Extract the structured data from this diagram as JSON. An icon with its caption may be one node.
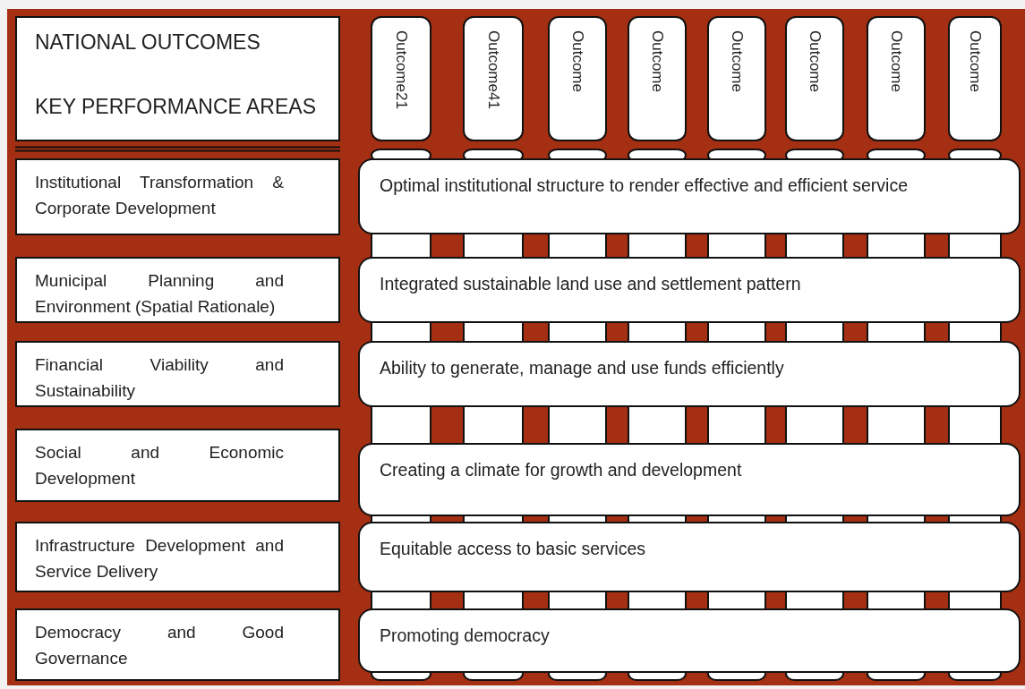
{
  "diagram": {
    "nodes": [
      {
        "text": [
          "NATIONAL OUTCOMES",
          "KEY PERFORMANCE AREAS"
        ]
      },
      {
        "text": [
          "Outcome21"
        ]
      },
      {
        "text": [
          "Outcome41"
        ]
      },
      {
        "text": [
          "Outcome"
        ]
      },
      {
        "text": [
          "Outcome"
        ]
      },
      {
        "text": [
          "Outcome"
        ]
      },
      {
        "text": [
          "Outcome"
        ]
      },
      {
        "text": [
          "Outcome"
        ]
      },
      {
        "text": [
          "Outcome"
        ]
      },
      {
        "text": [
          "Institutional Transformation & Corporate Development"
        ]
      },
      {
        "text": [
          "Optimal institutional structure to render effective and efficient service"
        ]
      },
      {
        "text": [
          "Municipal Planning and Environment (Spatial Rationale)"
        ]
      },
      {
        "text": [
          "Integrated sustainable land use and settlement pattern"
        ]
      },
      {
        "text": [
          "Financial Viability and Sustainability"
        ]
      },
      {
        "text": [
          "Ability to generate, manage and use funds efficiently"
        ]
      },
      {
        "text": [
          "Social and Economic Development"
        ]
      },
      {
        "text": [
          "Creating a climate for growth and development"
        ]
      },
      {
        "text": [
          "Infrastructure Development and Service Delivery"
        ]
      },
      {
        "text": [
          "Equitable access to basic services"
        ]
      },
      {
        "text": [
          "Democracy and Good Governance"
        ]
      },
      {
        "text": [
          "Promoting democracy"
        ]
      }
    ]
  }
}
